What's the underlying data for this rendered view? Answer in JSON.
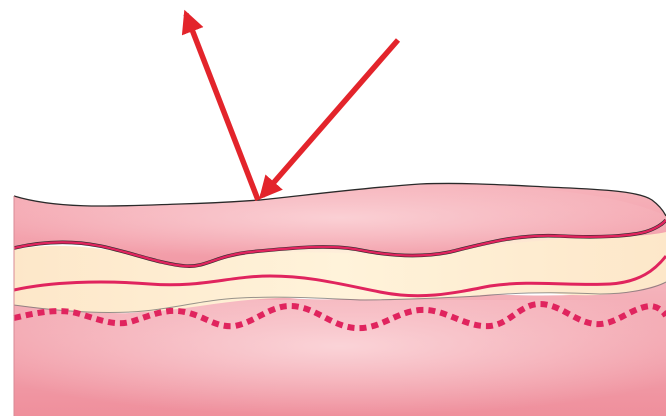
{
  "diagram": {
    "description_icon": "skin-cross-section-reflection",
    "colors": {
      "arrow": "#e3242b",
      "upper_layer": "#f2a3ad",
      "middle_layer": "#fde8c8",
      "lower_layer": "#f09aa6",
      "boundary_line": "#e0245e",
      "outline": "#222222"
    },
    "arrows": [
      {
        "name": "incident-light-arrow",
        "direction": "incoming"
      },
      {
        "name": "reflected-light-arrow",
        "direction": "outgoing"
      }
    ]
  }
}
